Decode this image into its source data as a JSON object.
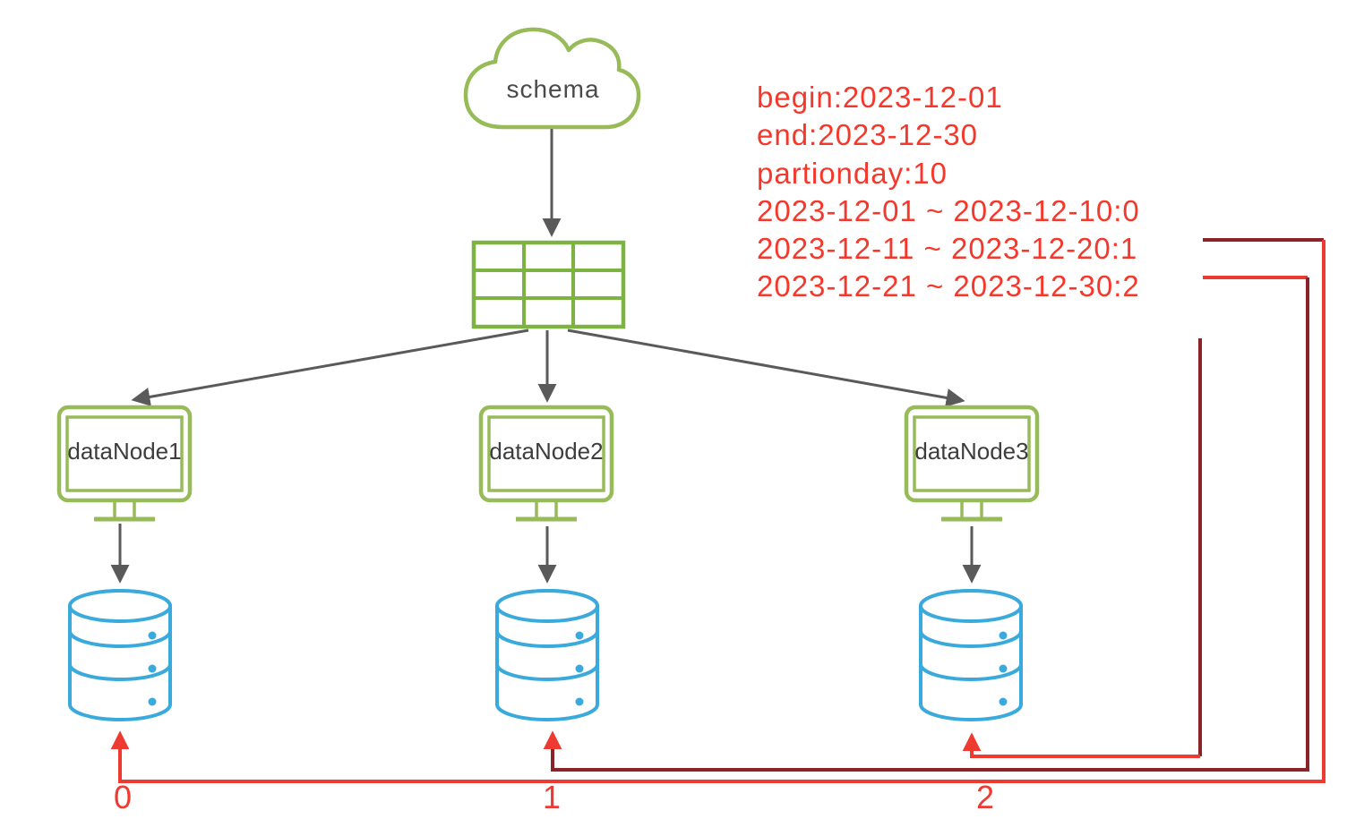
{
  "schema": {
    "label": "schema"
  },
  "annotation": {
    "lines": [
      "begin:2023-12-01",
      "end:2023-12-30",
      "partionday:10",
      "2023-12-01 ~ 2023-12-10:0",
      "2023-12-11 ~ 2023-12-20:1",
      "2023-12-21 ~ 2023-12-30:2"
    ]
  },
  "nodes": [
    {
      "label": "dataNode1",
      "partition": "0"
    },
    {
      "label": "dataNode2",
      "partition": "1"
    },
    {
      "label": "dataNode3",
      "partition": "2"
    }
  ],
  "colors": {
    "green": "#97bb59",
    "grid_green": "#7cb342",
    "blue": "#3aa9dc",
    "gray": "#5a5a5a",
    "red_bright": "#ee3a30",
    "red_dark": "#8a2428",
    "red_text": "#f4382c",
    "node_text": "#3d3d3d"
  }
}
